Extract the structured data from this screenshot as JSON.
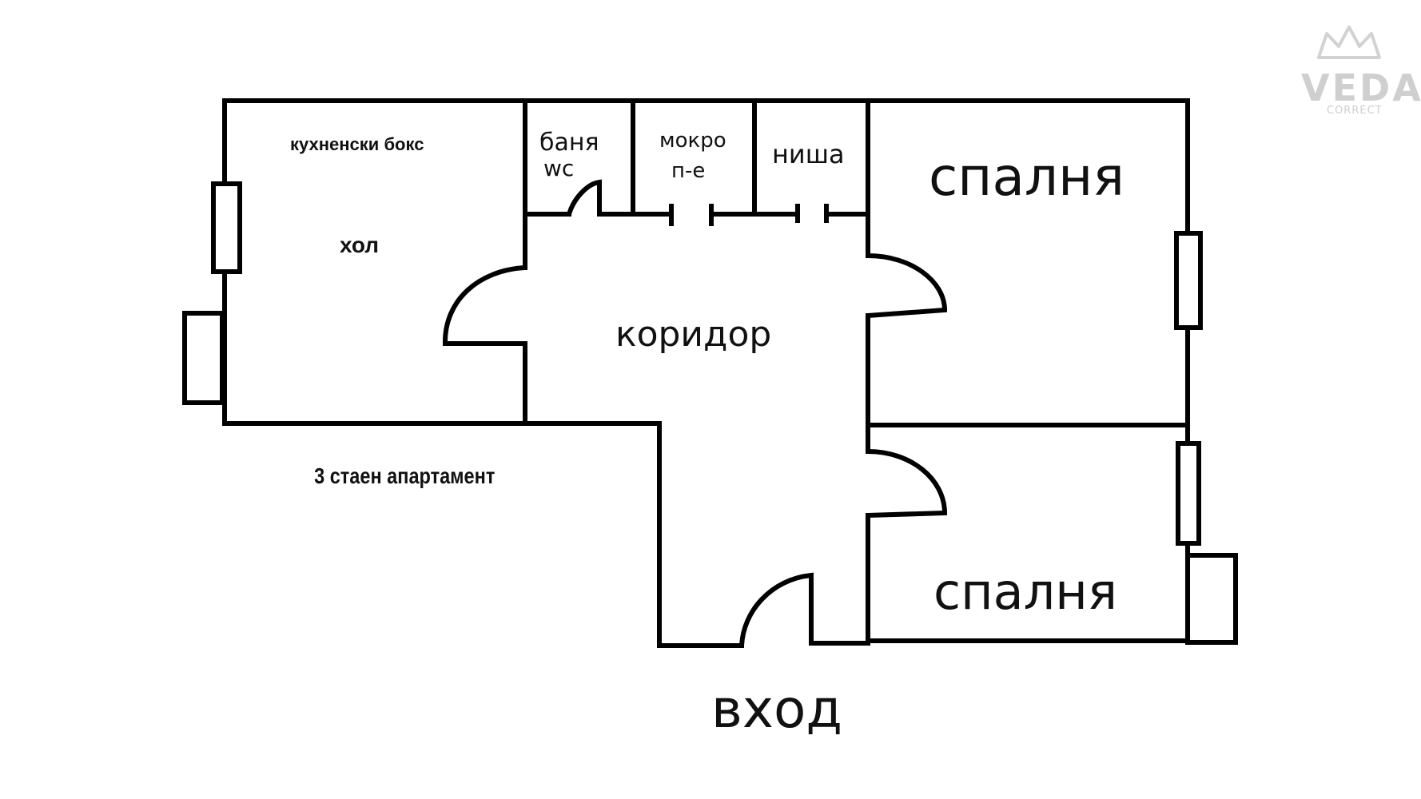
{
  "rooms": {
    "kitchen": "кухненски бокс",
    "hall": "хол",
    "bath_line1": "баня",
    "bath_line2": "wc",
    "laundry_line1": "мокро",
    "laundry_line2": "п-е",
    "niche": "ниша",
    "corridor": "коридор",
    "bedroom_1": "спалня",
    "bedroom_2": "спалня"
  },
  "entrance": "вход",
  "caption": "3 стаен апартамент",
  "logo": {
    "name": "VEDA",
    "tagline": "CORRECT"
  },
  "colors": {
    "wall": "#000000",
    "background": "#ffffff",
    "logo": "#cfcfcf"
  }
}
